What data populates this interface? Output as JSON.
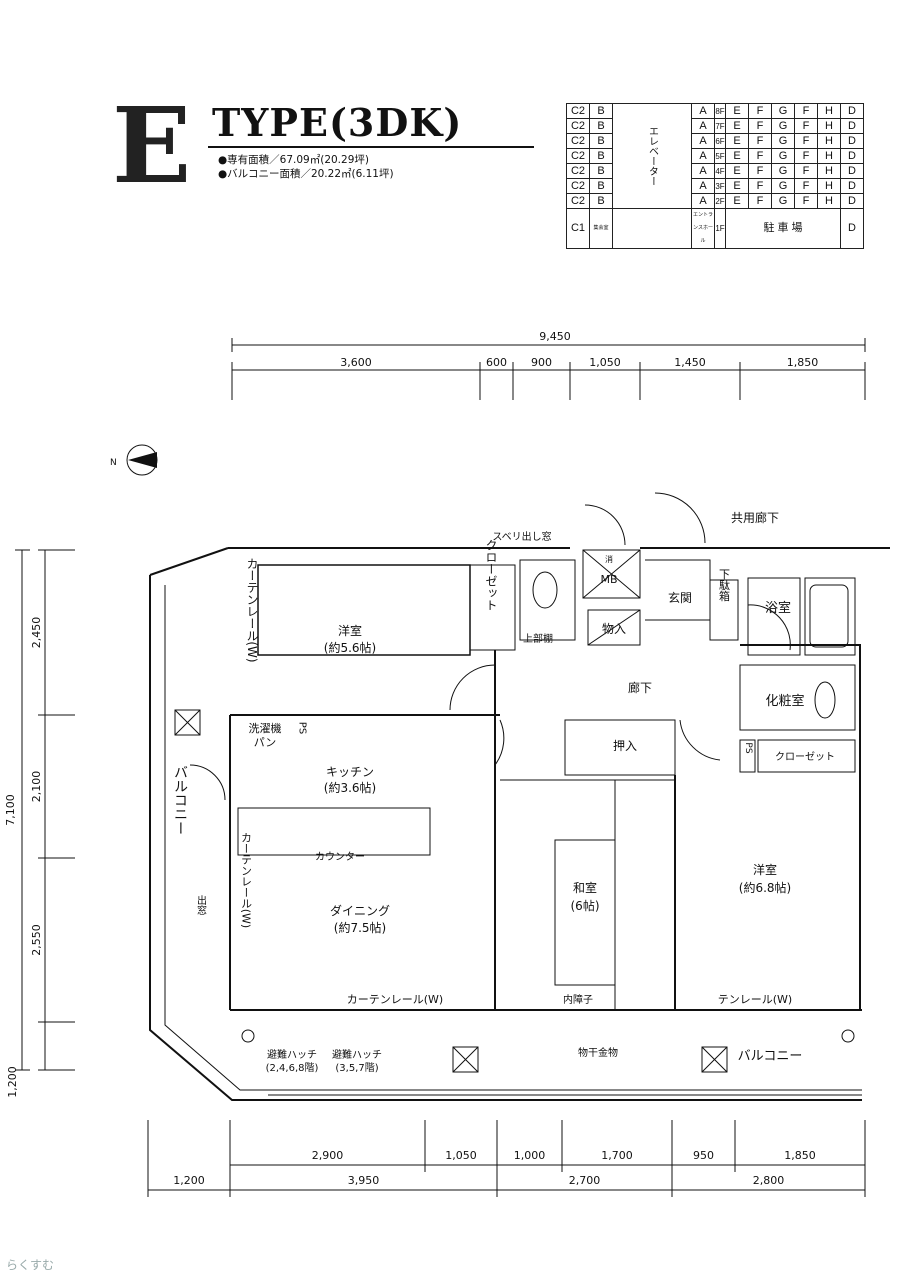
{
  "header": {
    "letter": "E",
    "type": "TYPE(3DK)",
    "area_private": "●専有面積／67.09㎡(20.29坪)",
    "area_balcony": "●バルコニー面積／20.22㎡(6.11坪)"
  },
  "floor_table": {
    "rows": [
      [
        "C2",
        "B",
        "A",
        "8F",
        "E",
        "F",
        "G",
        "F",
        "H",
        "D"
      ],
      [
        "C2",
        "B",
        "A",
        "7F",
        "E",
        "F",
        "G",
        "F",
        "H",
        "D"
      ],
      [
        "C2",
        "B",
        "A",
        "6F",
        "E",
        "F",
        "G",
        "F",
        "H",
        "D"
      ],
      [
        "C2",
        "B",
        "A",
        "5F",
        "E",
        "F",
        "G",
        "F",
        "H",
        "D"
      ],
      [
        "C2",
        "B",
        "A",
        "4F",
        "E",
        "F",
        "G",
        "F",
        "H",
        "D"
      ],
      [
        "C2",
        "B",
        "A",
        "3F",
        "E",
        "F",
        "G",
        "F",
        "H",
        "D"
      ],
      [
        "C2",
        "B",
        "A",
        "2F",
        "E",
        "F",
        "G",
        "F",
        "H",
        "D"
      ]
    ],
    "elevator": "エレベーター",
    "ground": {
      "c": "C1",
      "hall": "集会室",
      "entrance": "エントランスホール",
      "floor": "1F",
      "parking": "駐 車 場",
      "d": "D"
    }
  },
  "dims": {
    "top_total": "9,450",
    "top": [
      "3,600",
      "600",
      "900",
      "1,050",
      "1,450",
      "1,850"
    ],
    "left_total": "7,100",
    "left": [
      "2,450",
      "2,100",
      "2,550"
    ],
    "left_balcony": "1,200",
    "bottom1": [
      "2,900",
      "1,050",
      "1,000",
      "1,700",
      "950",
      "1,850"
    ],
    "bottom2": [
      "1,200",
      "3,950",
      "2,700",
      "2,800"
    ]
  },
  "compass": "N",
  "rooms": {
    "western1": "洋室",
    "western1_size": "(約5.6帖)",
    "closet1": "クローゼット",
    "curtain1": "カーテンレール(W)",
    "washer": "洗濯機",
    "washer2": "パン",
    "ps1": "PS",
    "kitchen": "キッチン",
    "kitchen_size": "(約3.6帖)",
    "counter": "カウンター",
    "balcony_side": "バルコニー",
    "bay_window": "出窓",
    "curtain2": "カーテンレール(W)",
    "dining": "ダイニング",
    "dining_size": "(約7.5帖)",
    "curtain3": "カーテンレール(W)",
    "japanese": "和室",
    "japanese_size": "(6帖)",
    "shoji": "内障子",
    "western2": "洋室",
    "western2_size": "(約6.8帖)",
    "curtain4": "テンレール(W)",
    "oshiire": "押入",
    "closet2": "クローゼット",
    "ps2": "PS",
    "powder": "化粧室",
    "bath": "浴室",
    "shoebox": "下駄箱",
    "entrance": "玄関",
    "storage": "物入",
    "hallway": "廊下",
    "upper_shelf": "上部棚",
    "mb": "MB",
    "fire": "消",
    "window": "スベリ出し窓",
    "corridor": "共用廊下",
    "drying": "物干金物",
    "hatch1": "避難ハッチ",
    "hatch1_f": "(2,4,6,8階)",
    "hatch2": "避難ハッチ",
    "hatch2_f": "(3,5,7階)",
    "balcony": "バルコニー"
  },
  "watermark": "らくすむ"
}
